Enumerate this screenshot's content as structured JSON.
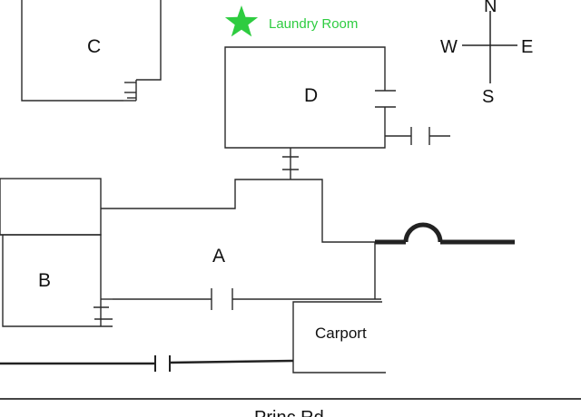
{
  "legend": {
    "label": "Laundry Room",
    "color": "#2ecc40",
    "icon": "star-icon"
  },
  "compass": {
    "north": "N",
    "south": "S",
    "east": "E",
    "west": "W"
  },
  "rooms": {
    "a": "A",
    "b": "B",
    "c": "C",
    "d": "D",
    "carport": "Carport"
  },
  "footer": {
    "title": "Princ  Rd"
  }
}
